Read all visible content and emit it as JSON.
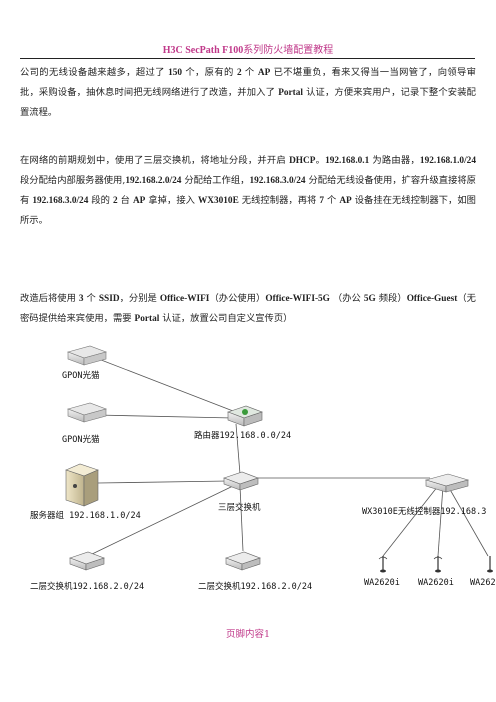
{
  "header": {
    "prefix": "H3C SecPath F100",
    "suffix": "系列防火墙配置教程"
  },
  "paragraphs": {
    "p1": [
      {
        "t": "公司的无线设备越来越多，超过了 "
      },
      {
        "t": "150",
        "b": true
      },
      {
        "t": " 个，原有的 "
      },
      {
        "t": "2",
        "b": true
      },
      {
        "t": " 个 "
      },
      {
        "t": "AP",
        "b": true
      },
      {
        "t": " 已不堪重负，看来又得当一当网管了，向领导审批，采购设备，抽休息时间把无线网络进行了改造，并加入了 "
      },
      {
        "t": "Portal",
        "b": true
      },
      {
        "t": " 认证，方便来宾用户，记录下整个安装配置流程。"
      }
    ],
    "p2": [
      {
        "t": "在网络的前期规划中，使用了三层交换机，将地址分段，并开启 "
      },
      {
        "t": "DHCP",
        "b": true
      },
      {
        "t": "。"
      },
      {
        "t": "192.168.0.1",
        "b": true
      },
      {
        "t": " 为路由器，"
      },
      {
        "t": "192.168.1.0/24",
        "b": true
      },
      {
        "t": " 段分配给内部服务器使用,"
      },
      {
        "t": "192.168.2.0/24",
        "b": true
      },
      {
        "t": " 分配给工作组，"
      },
      {
        "t": "192.168.3.0/24",
        "b": true
      },
      {
        "t": " 分配给无线设备使用，扩容升级直接将原有 "
      },
      {
        "t": "192.168.3.0/24",
        "b": true
      },
      {
        "t": " 段的 "
      },
      {
        "t": "2",
        "b": true
      },
      {
        "t": " 台 "
      },
      {
        "t": "AP",
        "b": true
      },
      {
        "t": " 拿掉，接入 "
      },
      {
        "t": "WX3010E",
        "b": true
      },
      {
        "t": " 无线控制器，再将 "
      },
      {
        "t": "7",
        "b": true
      },
      {
        "t": " 个 "
      },
      {
        "t": "AP",
        "b": true
      },
      {
        "t": " 设备挂在无线控制器下，如图所示。"
      }
    ],
    "p3": [
      {
        "t": "改造后将使用 "
      },
      {
        "t": "3",
        "b": true
      },
      {
        "t": " 个 "
      },
      {
        "t": "SSID",
        "b": true
      },
      {
        "t": "，分别是 "
      },
      {
        "t": "Office-WIFI",
        "b": true
      },
      {
        "t": "（办公使用）"
      },
      {
        "t": "Office-WIFI-5G",
        "b": true
      },
      {
        "t": " （办公 "
      },
      {
        "t": "5G",
        "b": true
      },
      {
        "t": " 频段）"
      },
      {
        "t": "Office-Guest",
        "b": true
      },
      {
        "t": "（无密码提供给来宾使用，需要 "
      },
      {
        "t": "Portal",
        "b": true
      },
      {
        "t": " 认证，放置公司自定义宣传页）"
      }
    ]
  },
  "diagram": {
    "gpon1": "GPON光猫",
    "gpon2": "GPON光猫",
    "router": "路由器192.168.0.0/24",
    "server": "服务器组 192.168.1.0/24",
    "core": "三层交换机",
    "wlc": "WX3010E无线控制器192.168.3",
    "l2a": "二层交换机192.168.2.0/24",
    "l2b": "二层交换机192.168.2.0/24",
    "ap1": "WA2620i",
    "ap2": "WA2620i",
    "ap3": "WA262"
  },
  "footer": {
    "label": "页脚内容",
    "page": "1"
  },
  "colors": {
    "accent": "#c0398a"
  }
}
